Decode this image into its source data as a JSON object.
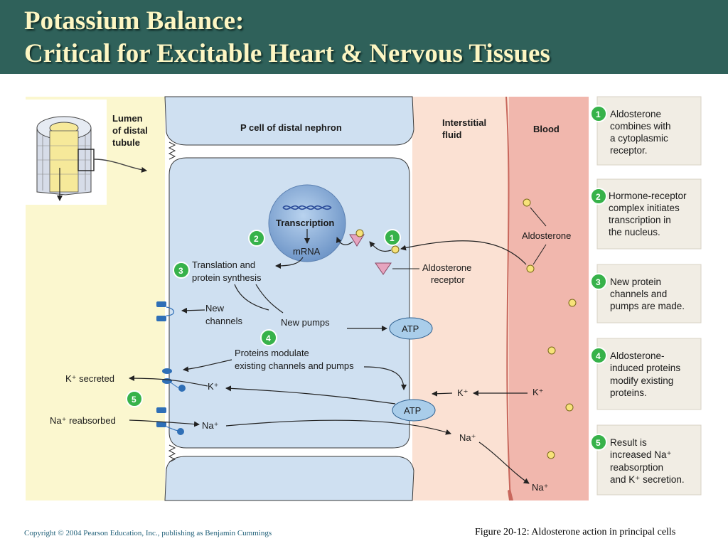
{
  "title": {
    "line1": "Potassium Balance:",
    "line2": "Critical for Excitable Heart & Nervous Tissues"
  },
  "regions": {
    "lumen": [
      "Lumen",
      "of distal",
      "tubule"
    ],
    "cell": "P cell of distal nephron",
    "interstitial": [
      "Interstitial",
      "fluid"
    ],
    "blood": "Blood"
  },
  "nucleus": {
    "transcription": "Transcription",
    "mrna": "mRNA"
  },
  "labels": {
    "translation": [
      "Translation and",
      "protein synthesis"
    ],
    "new_channels": [
      "New",
      "channels"
    ],
    "new_pumps": "New pumps",
    "modulate": [
      "Proteins modulate",
      "existing channels and pumps"
    ],
    "atp": "ATP",
    "k_secreted": "K⁺ secreted",
    "na_reabsorbed": "Na⁺ reabsorbed",
    "k_ion": "K⁺",
    "na_ion": "Na⁺",
    "aldosterone": "Aldosterone",
    "receptor": [
      "Aldosterone",
      "receptor"
    ]
  },
  "markers": [
    "1",
    "2",
    "3",
    "4",
    "5"
  ],
  "steps": [
    {
      "num": "1",
      "lines": [
        "Aldosterone",
        "combines with",
        "a cytoplasmic",
        "receptor."
      ]
    },
    {
      "num": "2",
      "lines": [
        "Hormone-receptor",
        "complex initiates",
        "transcription in",
        "the nucleus."
      ]
    },
    {
      "num": "3",
      "lines": [
        "New protein",
        "channels and",
        "pumps are made."
      ]
    },
    {
      "num": "4",
      "lines": [
        "Aldosterone-",
        "induced proteins",
        "modify existing",
        "proteins."
      ]
    },
    {
      "num": "5",
      "lines": [
        "Result is",
        "increased Na⁺",
        "reabsorption",
        "and K⁺ secretion."
      ]
    }
  ],
  "footer": {
    "copyright": "Copyright © 2004 Pearson Education, Inc., publishing as Benjamin Cummings",
    "caption": "Figure 20-12: Aldosterone action in principal cells"
  },
  "colors": {
    "header": "#2f615a",
    "title_text": "#fdf6c3",
    "lumen": "#fbf7cf",
    "cell": "#cfe0f1",
    "interstitial": "#fbe1d3",
    "blood": "#f1b7ad",
    "step_circle": "#37b24a"
  }
}
